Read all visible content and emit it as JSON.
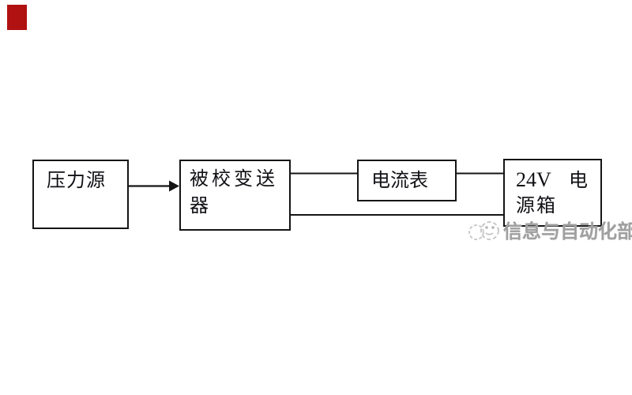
{
  "diagram": {
    "boxes": {
      "pressure": {
        "label": "压力源"
      },
      "transmitter": {
        "line1": "被校变送",
        "line2": "器"
      },
      "ammeter": {
        "label": "电流表"
      },
      "power": {
        "part1": "24V",
        "part2": "电",
        "line2": "源箱"
      }
    },
    "colors": {
      "line": "#151515",
      "marker_red": "#b01111",
      "watermark_gray": "#a0a0a0"
    }
  },
  "watermark": {
    "text": "信息与自动化部"
  }
}
